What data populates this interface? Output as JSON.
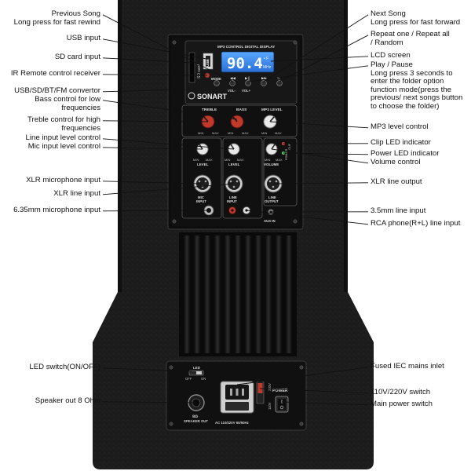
{
  "title": "",
  "brand": "SONART",
  "panel_text": {
    "display_header": "MP3 CONTROL DIGITAL DISPLAY",
    "lcd_value": "90.4",
    "lcd_unit_top": "• F",
    "lcd_unit_bottom": "MHz",
    "sd_card": "SD card",
    "usb": "USB",
    "mode_button": "MODE",
    "play_button": "▶||",
    "vol_minus": "VOL-",
    "vol_plus": "VOL+",
    "treble": "TREBLE",
    "bass": "BASS",
    "mp3_level": "MP3 LEVEL",
    "min": "MIN",
    "max": "MAX",
    "level": "LEVEL",
    "volume": "VOLUME",
    "clip": "CLIP",
    "power_led": "POWER",
    "mic_input": [
      "MIC",
      "INPUT"
    ],
    "line_input": [
      "LINE",
      "INPUT"
    ],
    "line_output": [
      "LINE",
      "OUTPUT"
    ],
    "aux_in": "AUX IN",
    "led": "LED",
    "off": "OFF",
    "on": "ON",
    "speaker_out": [
      "8Ω",
      "SPEAKER OUT"
    ],
    "power": "POWER",
    "v220": "220V",
    "v110": "110V",
    "ac_rating": "AC 110/220V 60/50Hz"
  },
  "callouts_left": [
    {
      "id": "previous-song",
      "lines": [
        "Previous Song",
        "Long press for fast rewind"
      ]
    },
    {
      "id": "usb-input",
      "lines": [
        "USB input"
      ]
    },
    {
      "id": "sd-card-input",
      "lines": [
        "SD card input"
      ]
    },
    {
      "id": "ir-remote-receiver",
      "lines": [
        "IR Remote control receiver"
      ]
    },
    {
      "id": "usb-sd-bt-fm-convertor",
      "lines": [
        "USB/SD/BT/FM convertor"
      ]
    },
    {
      "id": "bass-control",
      "lines": [
        "Bass control for low",
        "frequencies"
      ]
    },
    {
      "id": "treble-control",
      "lines": [
        "Treble control for high",
        "frequencies"
      ]
    },
    {
      "id": "line-input-level-control",
      "lines": [
        "Line input level control"
      ]
    },
    {
      "id": "mic-input-level-control",
      "lines": [
        "Mic input level control"
      ]
    },
    {
      "id": "xlr-microphone-input",
      "lines": [
        "XLR microphone input"
      ]
    },
    {
      "id": "xlr-line-input",
      "lines": [
        "XLR line input"
      ]
    },
    {
      "id": "microphone-input-635",
      "lines": [
        "6.35mm microphone input"
      ]
    },
    {
      "id": "led-switch",
      "lines": [
        "LED switch(ON/OFF)"
      ]
    },
    {
      "id": "speaker-out",
      "lines": [
        "Speaker out 8 Ohm"
      ]
    }
  ],
  "callouts_right": [
    {
      "id": "next-song",
      "lines": [
        "Next Song",
        "Long press for fast forward"
      ]
    },
    {
      "id": "repeat-mode",
      "lines": [
        "Repeat one / Repeat all",
        "/ Random"
      ]
    },
    {
      "id": "lcd-screen",
      "lines": [
        "LCD screen"
      ]
    },
    {
      "id": "play-pause",
      "lines": [
        "Play / Pause",
        "Long press 3 seconds to",
        "enter the folder option",
        "function mode(press the",
        "previous/ next songs button",
        "to choose the folder)"
      ]
    },
    {
      "id": "mp3-level-control",
      "lines": [
        "MP3 level control"
      ]
    },
    {
      "id": "clip-led-indicator",
      "lines": [
        "Clip LED indicator"
      ]
    },
    {
      "id": "power-led-indicator",
      "lines": [
        "Power LED indicator"
      ]
    },
    {
      "id": "volume-control",
      "lines": [
        "Volume control"
      ]
    },
    {
      "id": "xlr-line-output",
      "lines": [
        "XLR line output"
      ]
    },
    {
      "id": "line-input-35",
      "lines": [
        "3.5mm line input"
      ]
    },
    {
      "id": "rca-phone-line-input",
      "lines": [
        "RCA phone(R+L) line input"
      ]
    },
    {
      "id": "fused-iec-inlet",
      "lines": [
        "Fused IEC mains inlet"
      ]
    },
    {
      "id": "voltage-switch",
      "lines": [
        "110V/220V switch"
      ]
    },
    {
      "id": "main-power-switch",
      "lines": [
        "Main power switch"
      ]
    }
  ]
}
